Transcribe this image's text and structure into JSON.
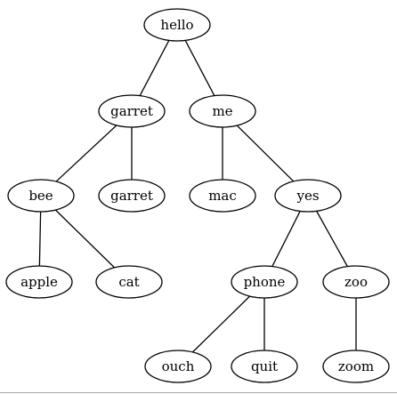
{
  "diagram": {
    "type": "tree",
    "nodes": [
      {
        "id": "hello",
        "label": "hello"
      },
      {
        "id": "garret1",
        "label": "garret"
      },
      {
        "id": "me",
        "label": "me"
      },
      {
        "id": "bee",
        "label": "bee"
      },
      {
        "id": "garret2",
        "label": "garret"
      },
      {
        "id": "mac",
        "label": "mac"
      },
      {
        "id": "yes",
        "label": "yes"
      },
      {
        "id": "apple",
        "label": "apple"
      },
      {
        "id": "cat",
        "label": "cat"
      },
      {
        "id": "phone",
        "label": "phone"
      },
      {
        "id": "zoo",
        "label": "zoo"
      },
      {
        "id": "ouch",
        "label": "ouch"
      },
      {
        "id": "quit",
        "label": "quit"
      },
      {
        "id": "zoom",
        "label": "zoom"
      }
    ],
    "edges": [
      {
        "from": "hello",
        "to": "garret1"
      },
      {
        "from": "hello",
        "to": "me"
      },
      {
        "from": "garret1",
        "to": "bee"
      },
      {
        "from": "garret1",
        "to": "garret2"
      },
      {
        "from": "me",
        "to": "mac"
      },
      {
        "from": "me",
        "to": "yes"
      },
      {
        "from": "bee",
        "to": "apple"
      },
      {
        "from": "bee",
        "to": "cat"
      },
      {
        "from": "yes",
        "to": "phone"
      },
      {
        "from": "yes",
        "to": "zoo"
      },
      {
        "from": "phone",
        "to": "ouch"
      },
      {
        "from": "phone",
        "to": "quit"
      },
      {
        "from": "zoo",
        "to": "zoom"
      }
    ]
  }
}
